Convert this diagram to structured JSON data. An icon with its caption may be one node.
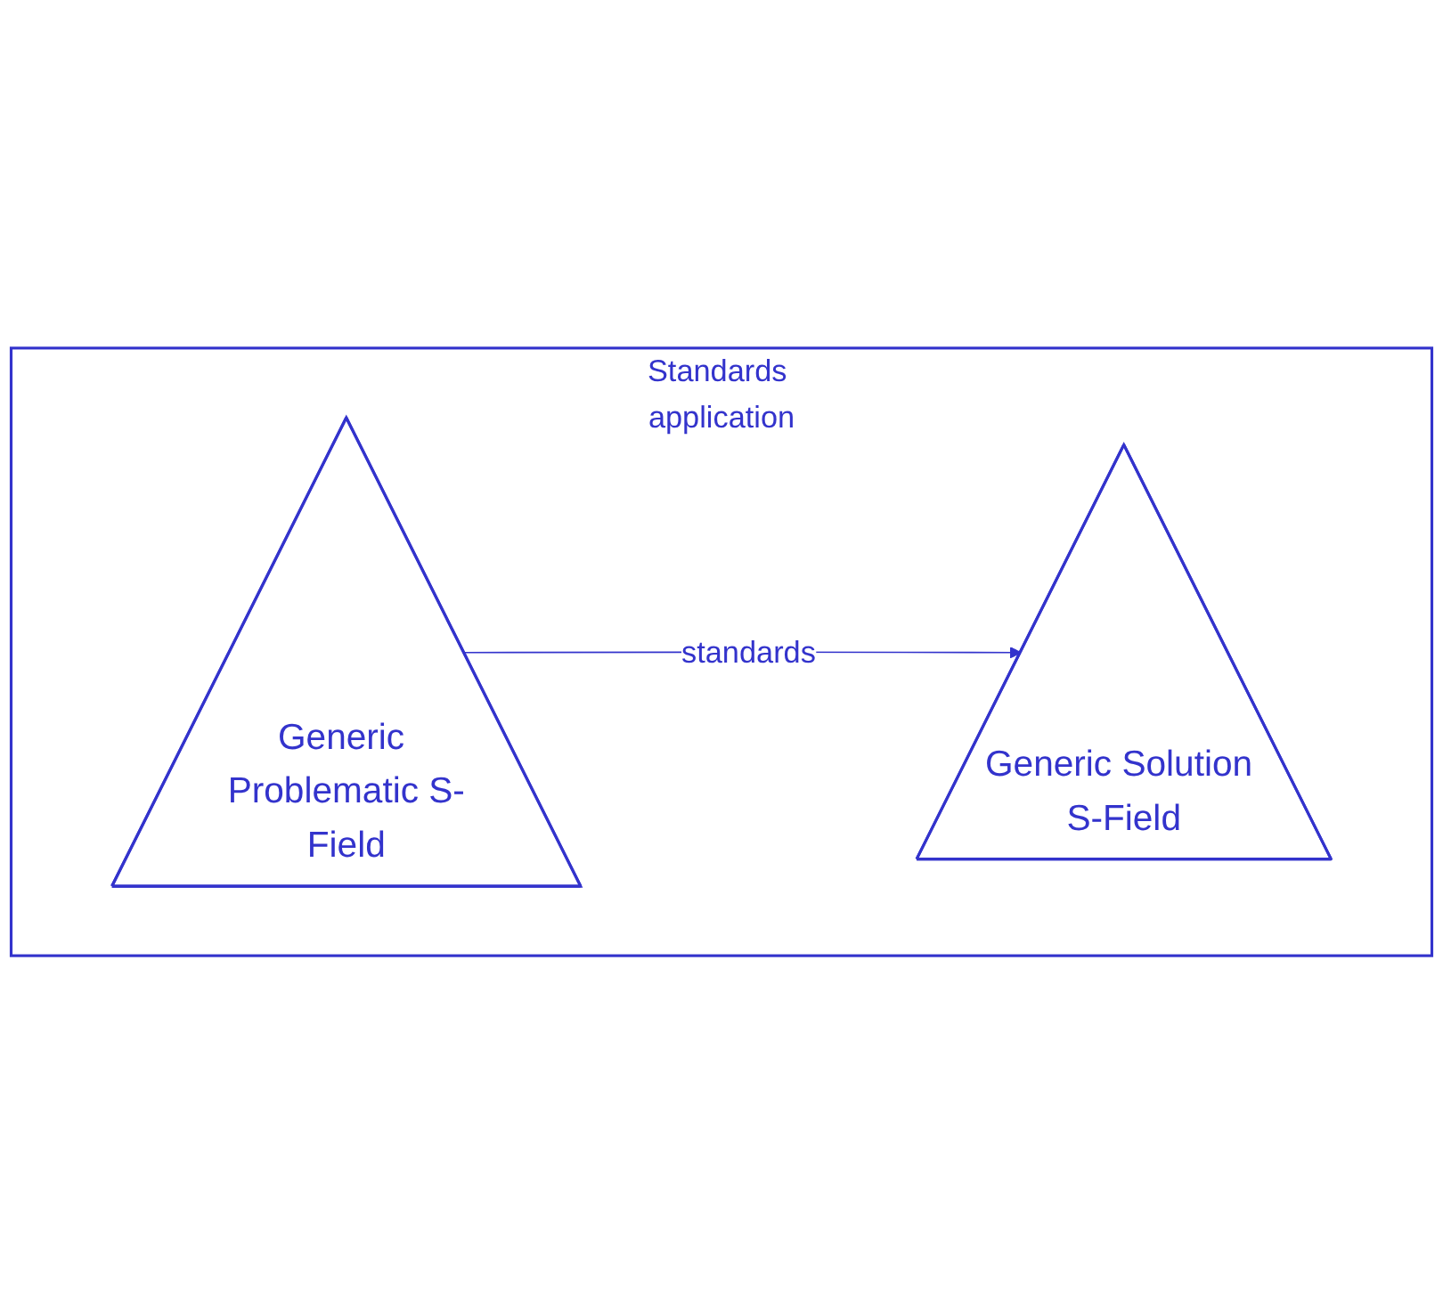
{
  "diagram": {
    "nodes": [
      {
        "text": [
          "Standards application"
        ]
      },
      {
        "text": [
          "Generic Problematic S-Field"
        ],
        "in": 0
      },
      {
        "text": [
          "Generic Solution S-Field"
        ],
        "in": 0
      }
    ],
    "edges": [
      {
        "from": 1,
        "to": 2,
        "arrow": "to",
        "label": "standards"
      }
    ]
  }
}
